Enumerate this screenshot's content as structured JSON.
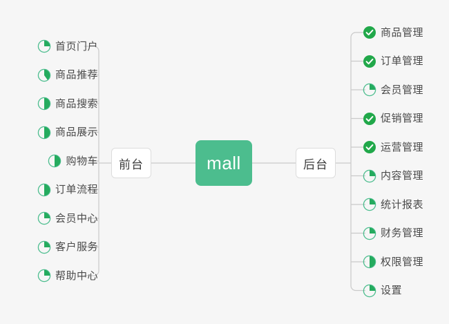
{
  "canvas": {
    "background_color": "#f6f6f6",
    "accent_color": "#4cbd8e",
    "done_color": "#21a84a",
    "line_color": "#c9c9c9",
    "text_color": "#4a4a4a"
  },
  "root": {
    "label": "mall"
  },
  "branches": [
    {
      "id": "front",
      "label": "前台",
      "side": "left",
      "children": [
        {
          "label": "首页门户",
          "icon": "pie-progress-icon",
          "progress": 25,
          "status": "in-progress"
        },
        {
          "label": "商品推荐",
          "icon": "pie-progress-icon",
          "progress": 40,
          "status": "in-progress"
        },
        {
          "label": "商品搜索",
          "icon": "pie-progress-icon",
          "progress": 50,
          "status": "in-progress"
        },
        {
          "label": "商品展示",
          "icon": "pie-progress-icon",
          "progress": 50,
          "status": "in-progress"
        },
        {
          "label": "购物车",
          "icon": "pie-progress-icon",
          "progress": 50,
          "status": "in-progress"
        },
        {
          "label": "订单流程",
          "icon": "pie-progress-icon",
          "progress": 50,
          "status": "in-progress"
        },
        {
          "label": "会员中心",
          "icon": "pie-progress-icon",
          "progress": 25,
          "status": "in-progress"
        },
        {
          "label": "客户服务",
          "icon": "pie-progress-icon",
          "progress": 25,
          "status": "in-progress"
        },
        {
          "label": "帮助中心",
          "icon": "pie-progress-icon",
          "progress": 25,
          "status": "in-progress"
        }
      ]
    },
    {
      "id": "back",
      "label": "后台",
      "side": "right",
      "children": [
        {
          "label": "商品管理",
          "icon": "check-circle-icon",
          "progress": 100,
          "status": "done"
        },
        {
          "label": "订单管理",
          "icon": "check-circle-icon",
          "progress": 100,
          "status": "done"
        },
        {
          "label": "会员管理",
          "icon": "pie-progress-icon",
          "progress": 25,
          "status": "in-progress"
        },
        {
          "label": "促销管理",
          "icon": "check-circle-icon",
          "progress": 100,
          "status": "done"
        },
        {
          "label": "运营管理",
          "icon": "check-circle-icon",
          "progress": 100,
          "status": "done"
        },
        {
          "label": "内容管理",
          "icon": "pie-progress-icon",
          "progress": 25,
          "status": "in-progress"
        },
        {
          "label": "统计报表",
          "icon": "pie-progress-icon",
          "progress": 25,
          "status": "in-progress"
        },
        {
          "label": "财务管理",
          "icon": "pie-progress-icon",
          "progress": 25,
          "status": "in-progress"
        },
        {
          "label": "权限管理",
          "icon": "pie-progress-icon",
          "progress": 50,
          "status": "in-progress"
        },
        {
          "label": "设置",
          "icon": "pie-progress-icon",
          "progress": 25,
          "status": "in-progress"
        }
      ]
    }
  ]
}
